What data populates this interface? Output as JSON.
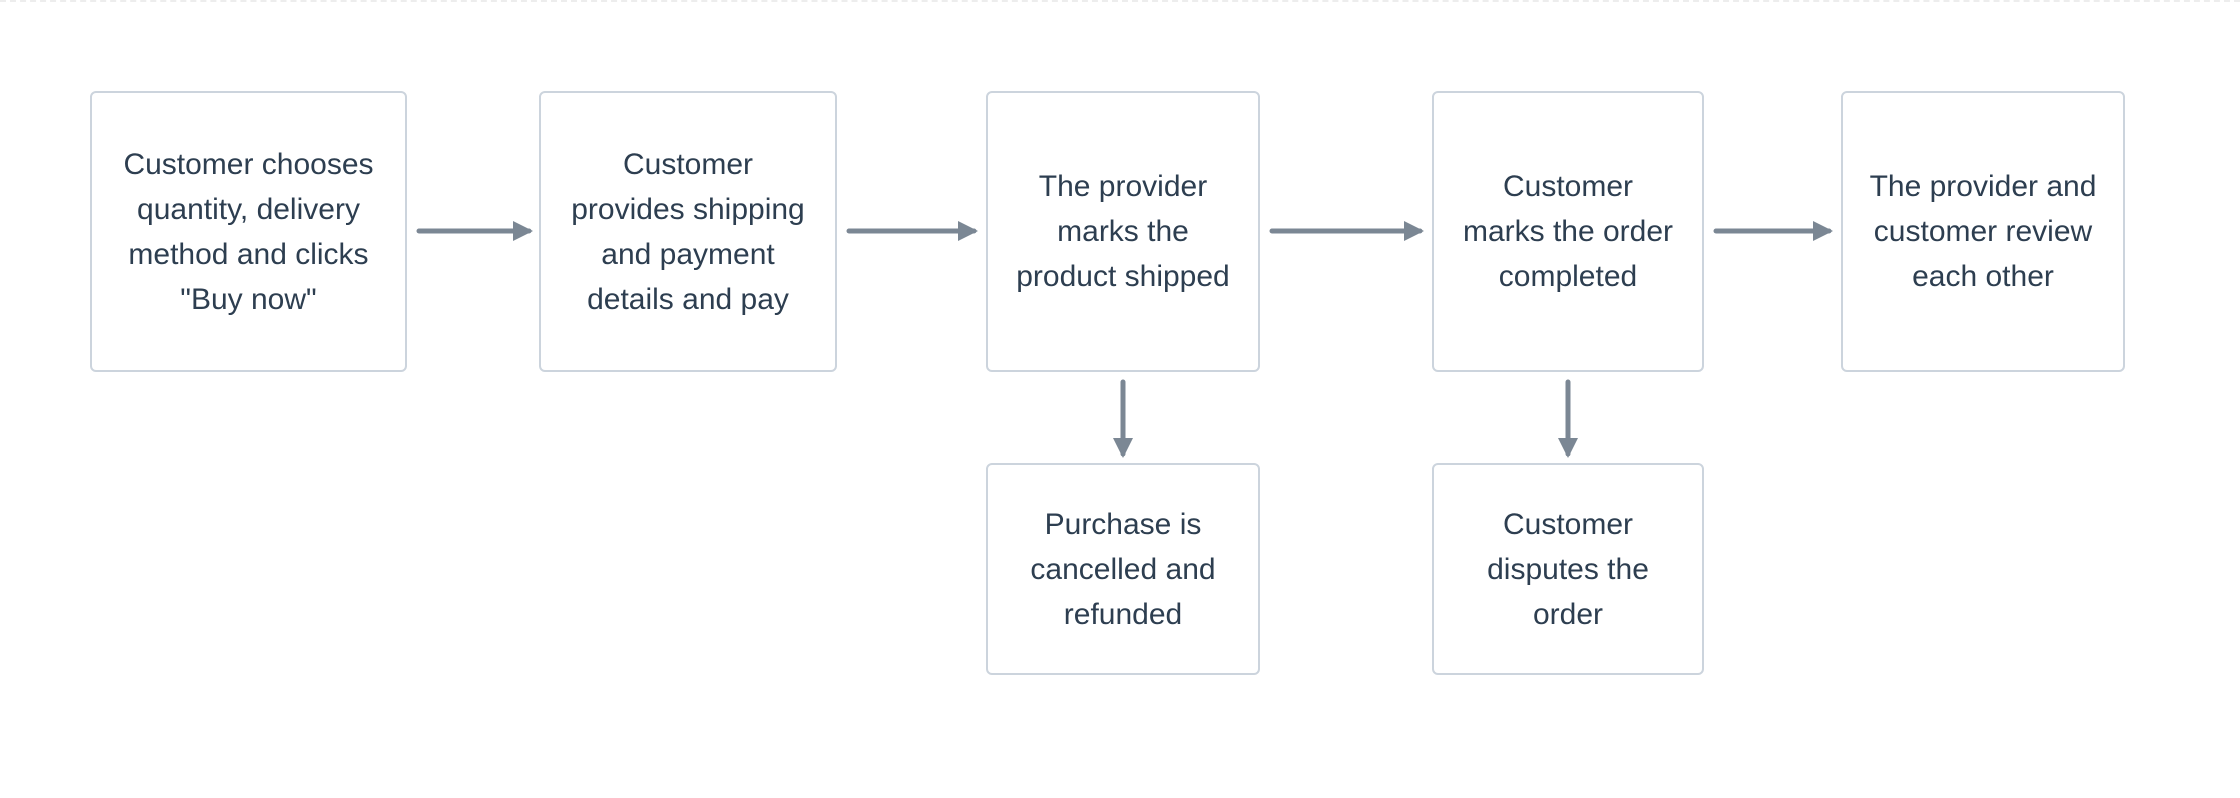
{
  "diagram": {
    "type": "flowchart",
    "colors": {
      "node_border": "#ccd4dd",
      "node_text": "#2d3e50",
      "arrow": "#7b8794",
      "page_edge_dash": "#ededed",
      "background": "#ffffff"
    },
    "nodes": [
      {
        "id": "buy-now",
        "label": "Customer chooses\nquantity, delivery\nmethod and clicks\n\"Buy now\""
      },
      {
        "id": "shipping-payment",
        "label": "Customer\nprovides shipping\nand payment\ndetails and pay"
      },
      {
        "id": "marks-shipped",
        "label": "The provider\nmarks the\nproduct shipped"
      },
      {
        "id": "marks-completed",
        "label": "Customer\nmarks the order\ncompleted"
      },
      {
        "id": "review-each-other",
        "label": "The provider and\ncustomer review\neach other"
      },
      {
        "id": "cancelled-refunded",
        "label": "Purchase is\ncancelled and\nrefunded"
      },
      {
        "id": "disputes-order",
        "label": "Customer\ndisputes the\norder"
      }
    ],
    "edges": [
      {
        "from": "buy-now",
        "to": "shipping-payment",
        "direction": "right"
      },
      {
        "from": "shipping-payment",
        "to": "marks-shipped",
        "direction": "right"
      },
      {
        "from": "marks-shipped",
        "to": "marks-completed",
        "direction": "right"
      },
      {
        "from": "marks-completed",
        "to": "review-each-other",
        "direction": "right"
      },
      {
        "from": "marks-shipped",
        "to": "cancelled-refunded",
        "direction": "down"
      },
      {
        "from": "marks-completed",
        "to": "disputes-order",
        "direction": "down"
      }
    ]
  }
}
